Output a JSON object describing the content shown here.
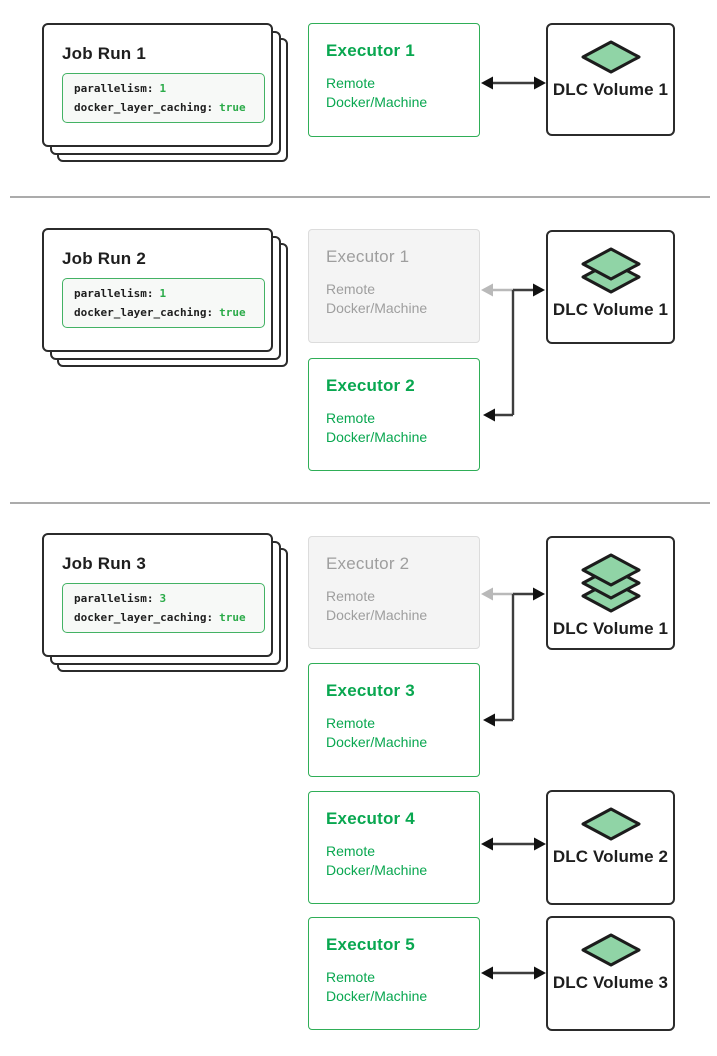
{
  "colors": {
    "green": "#09a750",
    "green_border": "#2fae57",
    "code_border": "#43b264",
    "code_value": "#2bab49",
    "diamond_fill": "#90d4a6",
    "diamond_stroke": "#1c1c1c",
    "inactive_text": "#9e9e9e",
    "inactive_bg": "#f4f4f4",
    "inactive_border": "#dcdcdc",
    "card_border": "#2b2b2b",
    "text_dark": "#1e1e1e",
    "arrow_dark": "#3d3d3d",
    "arrow_gray": "#b9b9b9",
    "divider": "#ababab"
  },
  "sections": [
    {
      "name": "job-run-1",
      "job": {
        "title": "Job Run 1",
        "code_lines": [
          {
            "key": "parallelism:",
            "value": "1"
          },
          {
            "key": "docker_layer_caching:",
            "value": "true"
          }
        ]
      },
      "executors": [
        {
          "label": "Executor 1",
          "state": "active",
          "sub_lines": [
            "Remote",
            "Docker/Machine"
          ]
        }
      ],
      "volumes": [
        {
          "label": "DLC Volume 1",
          "layers": 1
        }
      ]
    },
    {
      "name": "job-run-2",
      "job": {
        "title": "Job Run 2",
        "code_lines": [
          {
            "key": "parallelism:",
            "value": "1"
          },
          {
            "key": "docker_layer_caching:",
            "value": "true"
          }
        ]
      },
      "executors": [
        {
          "label": "Executor 1",
          "state": "inactive",
          "sub_lines": [
            "Remote",
            "Docker/Machine"
          ]
        },
        {
          "label": "Executor 2",
          "state": "active",
          "sub_lines": [
            "Remote",
            "Docker/Machine"
          ]
        }
      ],
      "volumes": [
        {
          "label": "DLC Volume 1",
          "layers": 2
        }
      ]
    },
    {
      "name": "job-run-3",
      "job": {
        "title": "Job Run 3",
        "code_lines": [
          {
            "key": "parallelism:",
            "value": "3"
          },
          {
            "key": "docker_layer_caching:",
            "value": "true"
          }
        ]
      },
      "executors": [
        {
          "label": "Executor 2",
          "state": "inactive",
          "sub_lines": [
            "Remote",
            "Docker/Machine"
          ]
        },
        {
          "label": "Executor 3",
          "state": "active",
          "sub_lines": [
            "Remote",
            "Docker/Machine"
          ]
        },
        {
          "label": "Executor 4",
          "state": "active",
          "sub_lines": [
            "Remote",
            "Docker/Machine"
          ]
        },
        {
          "label": "Executor 5",
          "state": "active",
          "sub_lines": [
            "Remote",
            "Docker/Machine"
          ]
        }
      ],
      "volumes": [
        {
          "label": "DLC Volume 1",
          "layers": 3
        },
        {
          "label": "DLC Volume 2",
          "layers": 1
        },
        {
          "label": "DLC Volume 3",
          "layers": 1
        }
      ]
    }
  ]
}
